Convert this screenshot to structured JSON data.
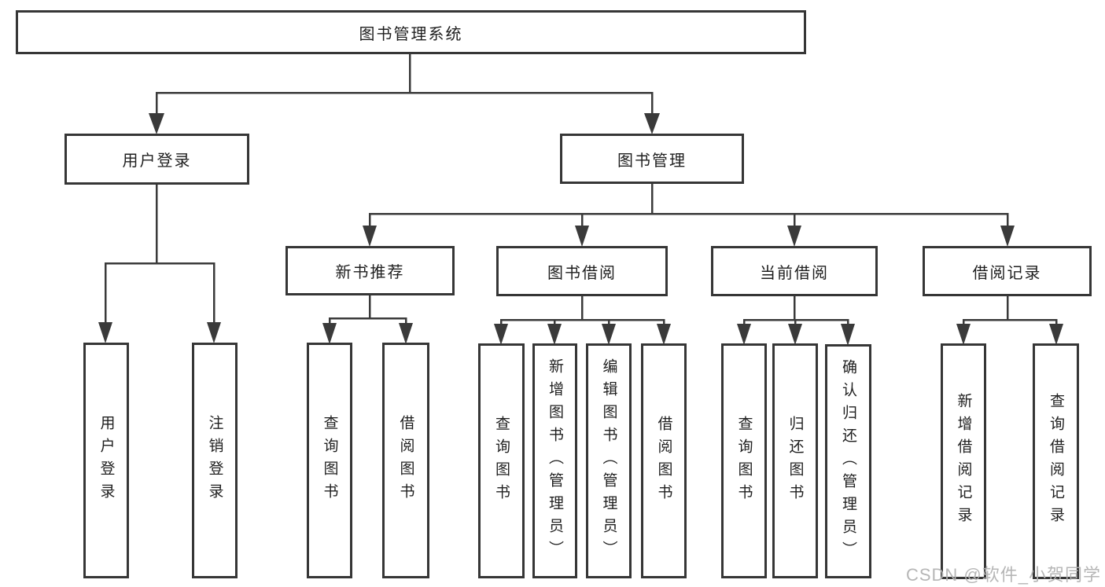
{
  "diagram": {
    "root": {
      "label": "图书管理系统"
    },
    "level2": [
      {
        "label": "用户登录"
      },
      {
        "label": "图书管理"
      }
    ],
    "level3": [
      {
        "label": "新书推荐",
        "parent": "图书管理"
      },
      {
        "label": "图书借阅",
        "parent": "图书管理"
      },
      {
        "label": "当前借阅",
        "parent": "图书管理"
      },
      {
        "label": "借阅记录",
        "parent": "图书管理"
      }
    ],
    "leaves": [
      {
        "label": "用户登录",
        "parent": "用户登录"
      },
      {
        "label": "注销登录",
        "parent": "用户登录"
      },
      {
        "label": "查询图书",
        "parent": "新书推荐"
      },
      {
        "label": "借阅图书",
        "parent": "新书推荐"
      },
      {
        "label": "查询图书",
        "parent": "图书借阅"
      },
      {
        "label": "新增图书（管理员）",
        "parent": "图书借阅"
      },
      {
        "label": "编辑图书（管理员）",
        "parent": "图书借阅"
      },
      {
        "label": "借阅图书",
        "parent": "图书借阅"
      },
      {
        "label": "查询图书",
        "parent": "当前借阅"
      },
      {
        "label": "归还图书",
        "parent": "当前借阅"
      },
      {
        "label": "确认归还（管理员）",
        "parent": "当前借阅"
      },
      {
        "label": "新增借阅记录",
        "parent": "借阅记录"
      },
      {
        "label": "查询借阅记录",
        "parent": "借阅记录"
      }
    ],
    "colors": {
      "line": "#3a3a3a",
      "box_border": "#363636",
      "text": "#1f1f1f",
      "background": "#ffffff",
      "watermark": "#b3b3b3"
    }
  },
  "watermark": {
    "text": "CSDN @软件_小贺同学"
  }
}
